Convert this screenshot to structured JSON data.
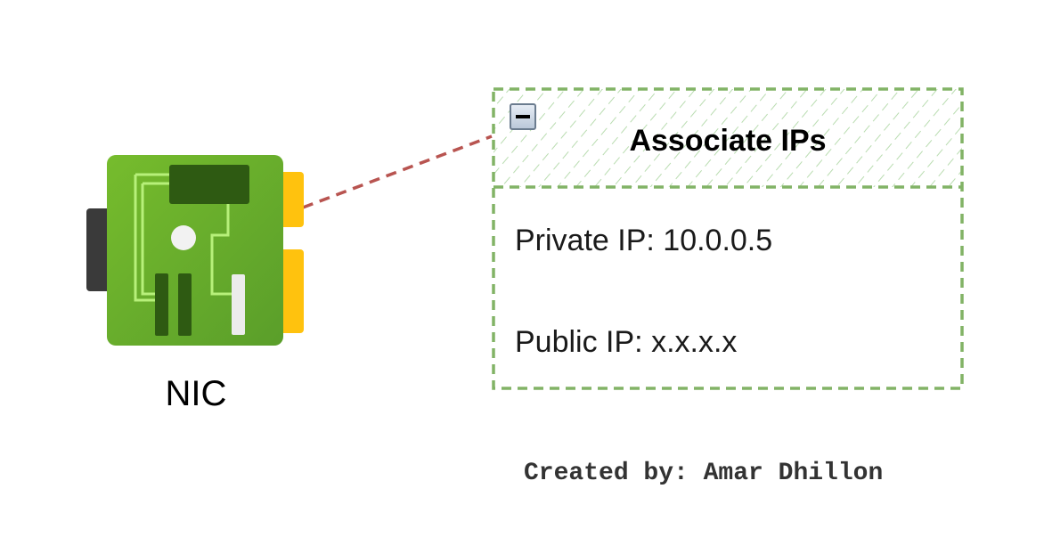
{
  "nic": {
    "label": "NIC",
    "icon": "network-interface-card-icon"
  },
  "connector": {
    "style": "dashed",
    "color": "#b85450"
  },
  "container": {
    "title": "Associate IPs",
    "collapse_icon": "minus-icon",
    "border_color": "#82b366",
    "items": [
      {
        "text": "Private IP: 10.0.0.5"
      },
      {
        "text": "Public IP: x.x.x.x"
      }
    ]
  },
  "footer": {
    "credit": "Created by: Amar Dhillon"
  }
}
